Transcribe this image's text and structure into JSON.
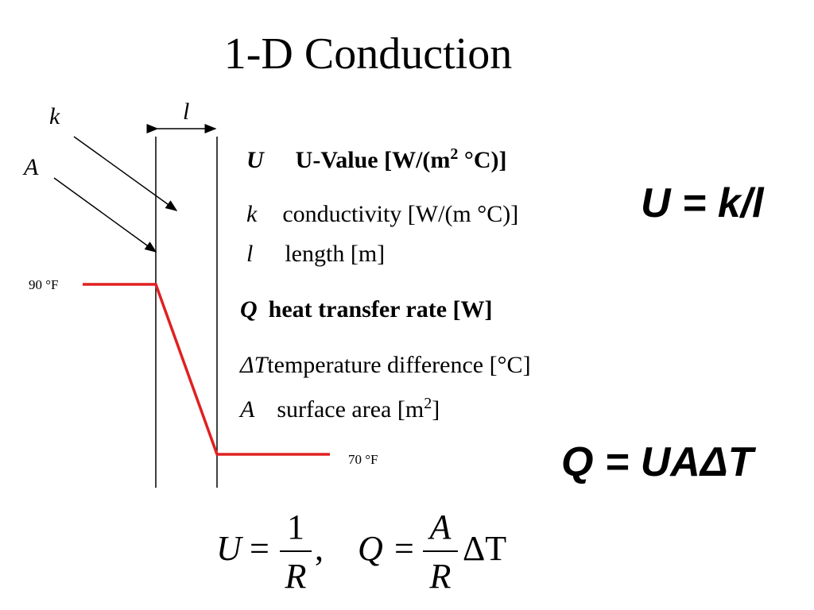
{
  "title": "1-D Conduction",
  "diagram": {
    "labels": {
      "k": "k",
      "A": "A",
      "l": "l"
    },
    "temps": {
      "hot": "90 °F",
      "cold": "70 °F"
    },
    "colors": {
      "profile": "#e02020"
    }
  },
  "definitions": {
    "U": {
      "sym": "U",
      "text": "U-Value [W/(m",
      "sup": "2",
      "text2": " °C)]"
    },
    "k": {
      "sym": "k",
      "text": "conductivity  [W/(m °C)]"
    },
    "l": {
      "sym": "l",
      "text": "length [m]"
    },
    "Q": {
      "sym": "Q",
      "text": "heat transfer rate [W]"
    },
    "dT": {
      "sym": "ΔT",
      "text": "temperature difference [°C]"
    },
    "A": {
      "sym": "A",
      "text": "surface area [m",
      "sup": "2",
      "text2": "]"
    }
  },
  "equations": {
    "u_eq": "U = k/l",
    "q_eq": "Q = UAΔT",
    "bottom": {
      "u_lhs": "U",
      "eq1": "=",
      "one": "1",
      "r1": "R",
      "comma": ",",
      "q_lhs": "Q",
      "eq2": "=",
      "a_num": "A",
      "r2": "R",
      "delta_t": "ΔT"
    }
  }
}
